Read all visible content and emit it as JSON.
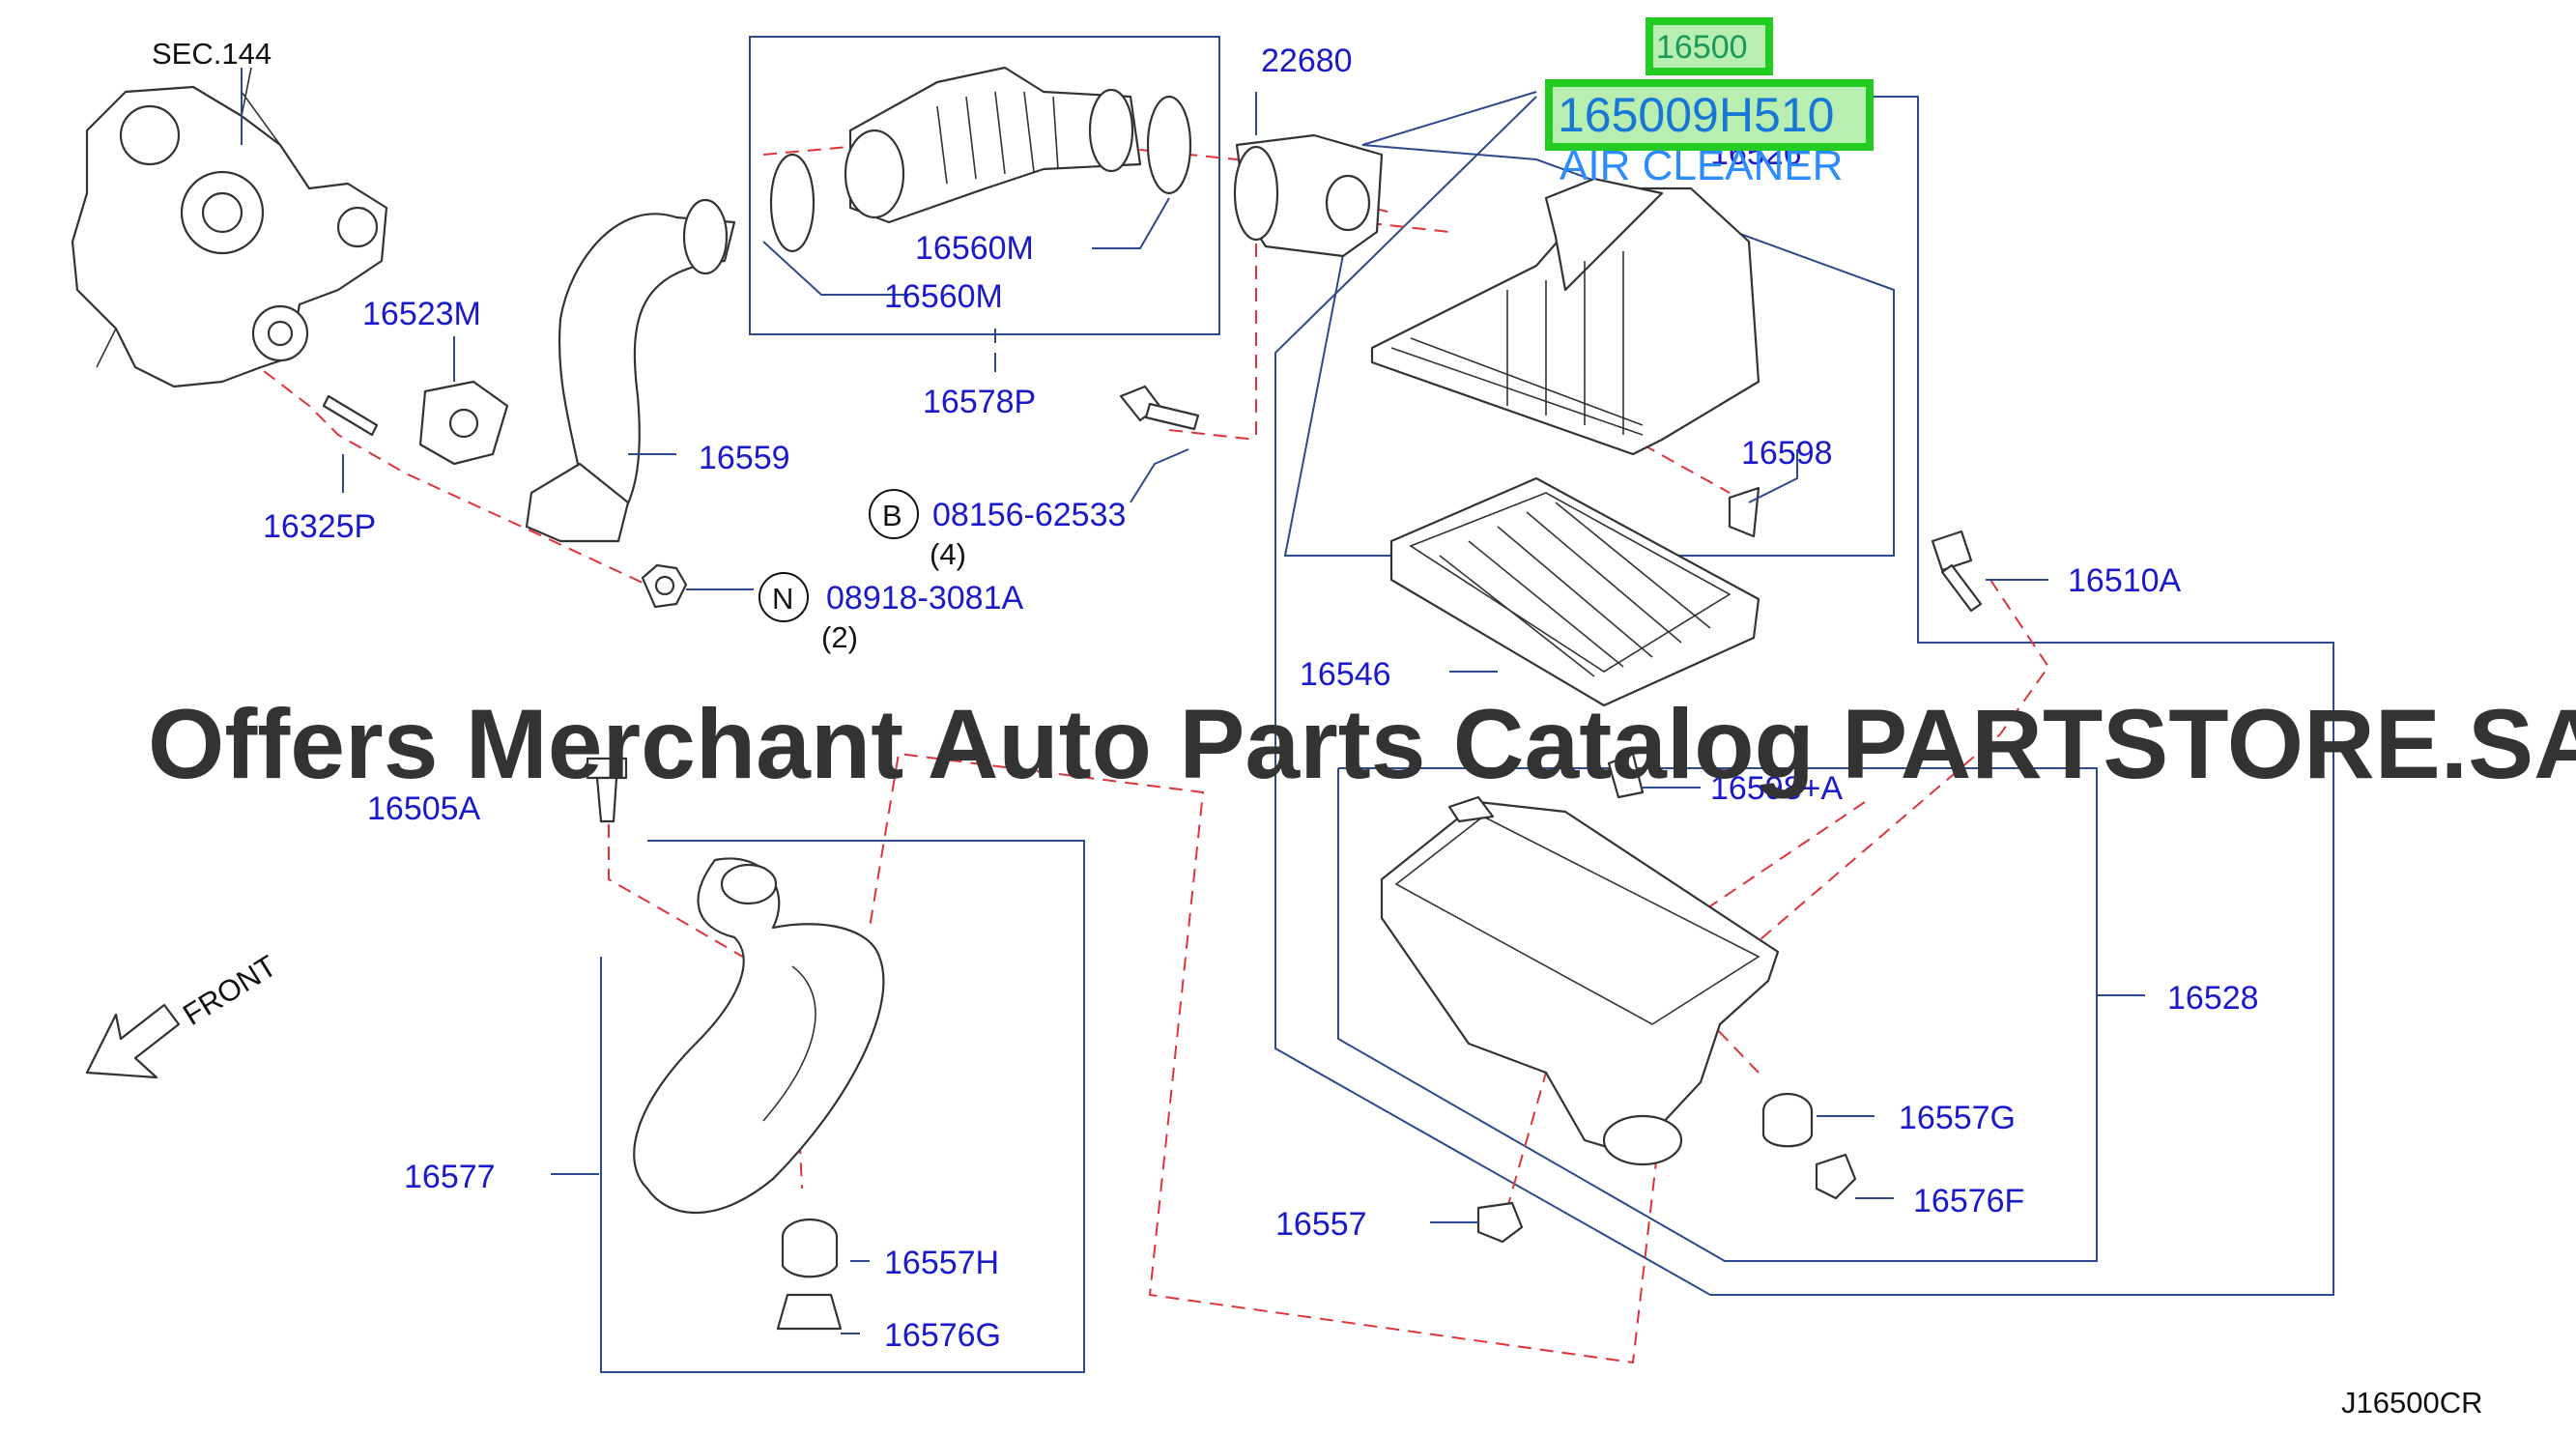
{
  "diagram": {
    "section_ref": "SEC.144",
    "highlight": {
      "group_number": "16500",
      "part_number": "165009H510",
      "part_name": "AIR CLEANER",
      "hidden_label": "16526"
    },
    "labels": {
      "p22680": "22680",
      "p16560m_a": "16560M",
      "p16560m_b": "16560M",
      "p16578p": "16578P",
      "p16523m": "16523M",
      "p16325p": "16325P",
      "p16559": "16559",
      "p08156": "08156-62533",
      "p08156_qty": "(4)",
      "p08918": "08918-3081A",
      "p08918_qty": "(2)",
      "p16598": "16598",
      "p16510a": "16510A",
      "p16546": "16546",
      "p16505a": "16505A",
      "p16598a": "16598+A",
      "p16528": "16528",
      "p16557g": "16557G",
      "p16576f": "16576F",
      "p16557": "16557",
      "p16577": "16577",
      "p16557h": "16557H",
      "p16576g": "16576G"
    },
    "symbols": {
      "bolt_symbol": "B",
      "nut_symbol": "N"
    },
    "front_label": "FRONT",
    "watermark": "Offers Merchant Auto Parts Catalog PARTSTORE.SA",
    "drawing_code": "J16500CR"
  },
  "colors": {
    "label_blue": "#1a1acc",
    "leader_blue": "#2c4a8c",
    "dash_red": "#e0333a",
    "highlight_green": "#22cc22",
    "highlight_fill": "#b8efb0",
    "air_cleaner_text": "#2a8cff"
  }
}
